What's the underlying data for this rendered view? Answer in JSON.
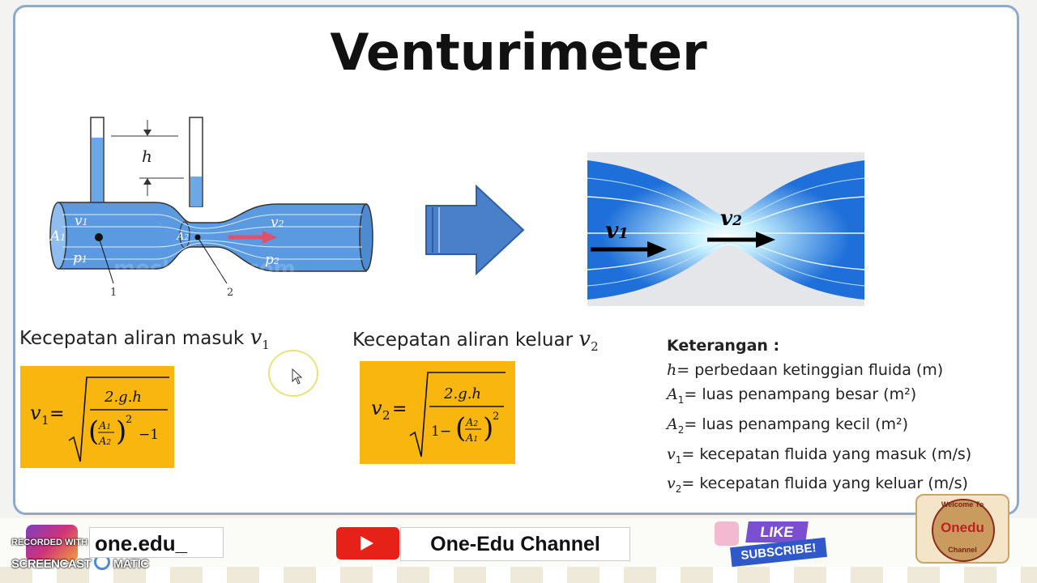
{
  "slide": {
    "title": "Venturimeter",
    "caption_in_text": "Kecepatan aliran masuk",
    "caption_in_var": "v",
    "caption_in_sub": "1",
    "caption_out_text": "Kecepatan aliran keluar",
    "caption_out_var": "v",
    "caption_out_sub": "2"
  },
  "diagram_left": {
    "h": "h",
    "v": "v",
    "p": "p",
    "A": "A",
    "one": "1",
    "two": "2",
    "watermark": "mechanics.com"
  },
  "diagram_right": {
    "v": "v",
    "one": "1",
    "two": "2"
  },
  "formula1": {
    "lhs_var": "v",
    "lhs_sub": "1",
    "eq": "=",
    "numerator": "2.g.h",
    "A": "A",
    "one": "1",
    "two": "2",
    "exp": "2",
    "minus_one": "−1"
  },
  "formula2": {
    "lhs_var": "v",
    "lhs_sub": "2",
    "eq": "=",
    "numerator": "2.g.h",
    "one_minus": "1−",
    "A": "A",
    "two": "2",
    "one": "1",
    "exp": "2"
  },
  "keterangan": {
    "title": "Keterangan :",
    "items": [
      {
        "sym": "h",
        "sub": "",
        "text": "= perbedaan ketinggian fluida (m)"
      },
      {
        "sym": "A",
        "sub": "1",
        "text": "= luas penampang besar (m²)"
      },
      {
        "sym": "A",
        "sub": "2",
        "text": "= luas penampang kecil (m²)"
      },
      {
        "sym": "v",
        "sub": "1",
        "text": "= kecepatan  fluida yang  masuk (m/s)"
      },
      {
        "sym": "v",
        "sub": "2",
        "text": "= kecepatan  fluida yang  keluar (m/s)"
      }
    ]
  },
  "footer": {
    "recorded": "RECORDED WITH",
    "screencast": "SCREENCAST",
    "matic": "MATIC",
    "account": "one.edu_",
    "channel": "One-Edu Channel",
    "like": "LIKE",
    "subscribe": "SUBSCRIBE!",
    "badge_top": "Welcome To",
    "badge_mid": "Onedu",
    "badge_bottom": "Channel"
  },
  "colors": {
    "formula_bg": "#f8b60e",
    "arrow_blue": "#4a7fc9",
    "pipe_blue": "#5b9ae0",
    "youtube_red": "#e62117"
  }
}
